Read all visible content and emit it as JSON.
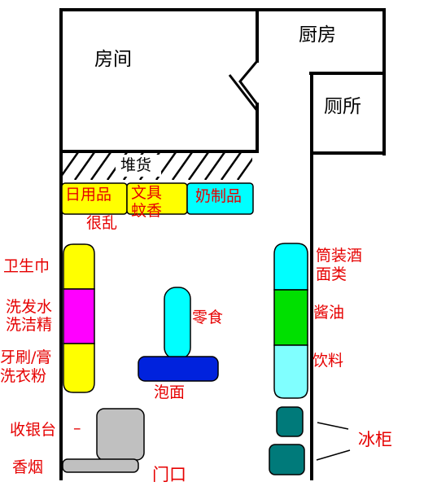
{
  "rooms": {
    "room": "房间",
    "kitchen": "厨房",
    "toilet": "厕所"
  },
  "zones": {
    "storage": "堆货"
  },
  "shelves": {
    "top_left": "日用品",
    "top_mid_line1": "文具",
    "top_mid_line2": "蚊香",
    "top_right": "奶制品",
    "messy_note": "很乱",
    "left_1": "卫生巾",
    "left_2_line1": "洗发水",
    "left_2_line2": "洗洁精",
    "left_3_line1": "牙刷/膏",
    "left_3_line2": "洗衣粉",
    "center_top": "零食",
    "center_bottom": "泡面",
    "right_1_line1": "筒装酒",
    "right_1_line2": "面类",
    "right_2": "酱油",
    "right_3": "饮料"
  },
  "front": {
    "checkout": "收银台",
    "checkout_dash": "–",
    "cigarettes": "香烟",
    "entrance": "门口",
    "freezer": "冰柜"
  },
  "colors": {
    "shelf_yellow": "#ffff00",
    "shelf_magenta": "#ff00ff",
    "shelf_cyan": "#00ffff",
    "shelf_light_cyan": "#80ffff",
    "shelf_green": "#00e000",
    "shelf_blue": "#0022dd",
    "freezer_teal": "#007a7a",
    "counter_gray": "#c0c0c0",
    "label_red": "#e60000",
    "wall_black": "#000000"
  }
}
